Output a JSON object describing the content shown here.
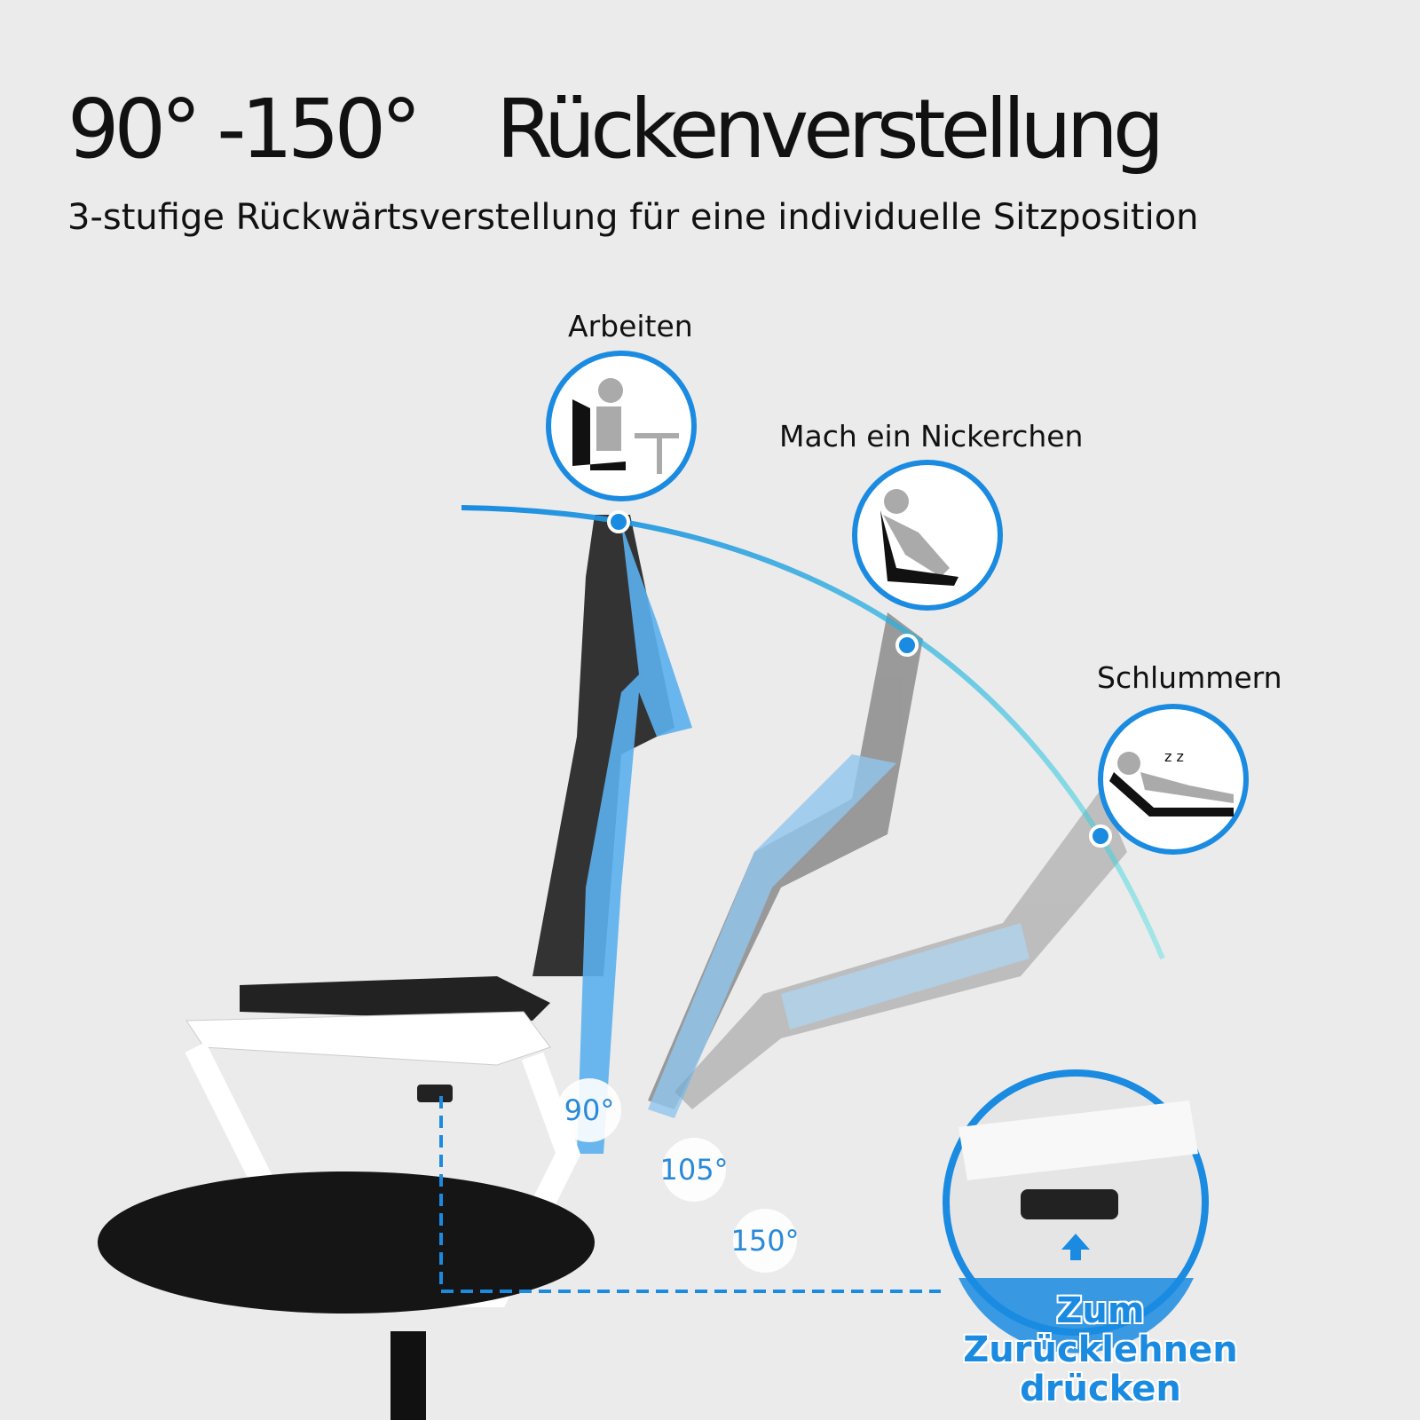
{
  "header": {
    "title_range": "90° -150°",
    "title_word": "Rückenverstellung",
    "subtitle": "3-stufige Rückwärtsverstellung für eine individuelle Sitzposition"
  },
  "positions": [
    {
      "label": "Arbeiten",
      "icon": "working-person-icon"
    },
    {
      "label": "Mach ein Nickerchen",
      "icon": "napping-person-icon"
    },
    {
      "label": "Schlummern",
      "icon": "sleeping-person-icon"
    }
  ],
  "angles": [
    "90°",
    "105°",
    "150°"
  ],
  "callout": {
    "line1": "Zum Zurücklehnen",
    "line2": "drücken"
  },
  "colors": {
    "accent": "#1a8be0",
    "background": "#ebebeb",
    "arc_end": "#3ee0e0"
  }
}
